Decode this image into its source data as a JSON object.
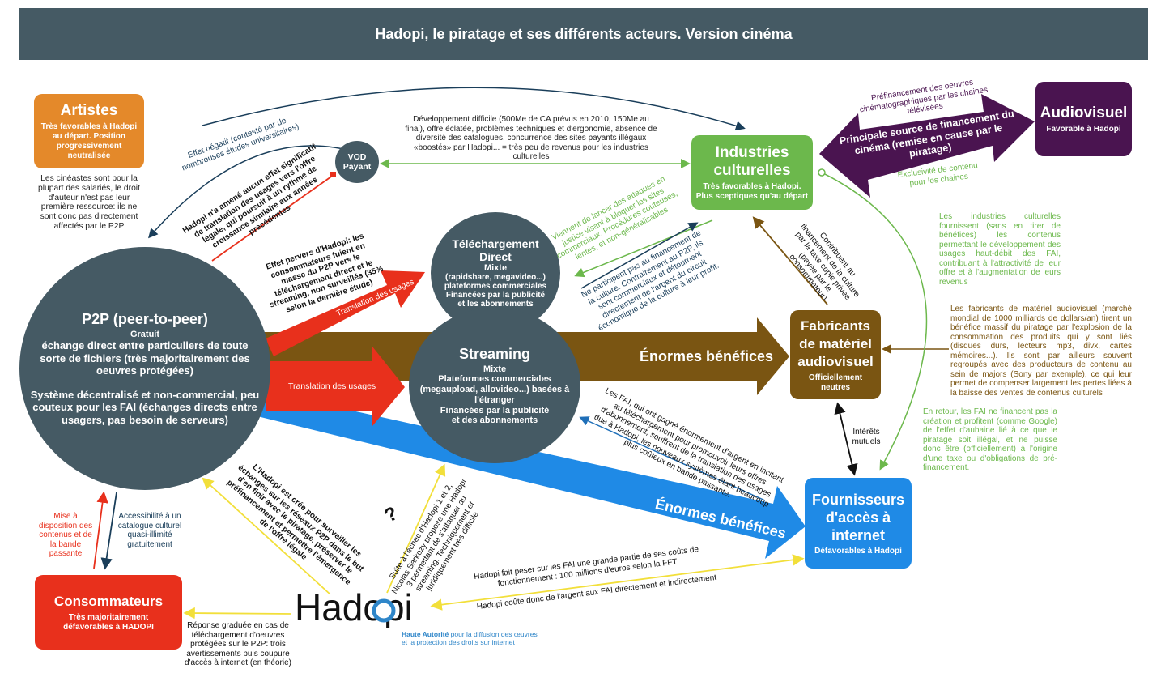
{
  "title": "Hadopi, le piratage et ses différents acteurs. Version cinéma",
  "nodes": {
    "artistes": {
      "title": "Artistes",
      "sub": "Très favorables à Hadopi au départ. Position progressivement neutralisée"
    },
    "vod": {
      "title": "VOD Payant"
    },
    "industries": {
      "title": "Industries culturelles",
      "sub": "Très favorables à Hadopi. Plus sceptiques qu'au départ"
    },
    "audiovisuel": {
      "title": "Audiovisuel",
      "sub": "Favorable à Hadopi"
    },
    "p2p": {
      "title": "P2P (peer-to-peer)",
      "l1": "Gratuit",
      "l2": "échange direct entre particuliers de toute sorte de fichiers (très majoritairement des oeuvres protégées)",
      "l3": "Système décentralisé et non-commercial, peu couteux pour les FAI (échanges directs entre usagers, pas besoin de serveurs)"
    },
    "telechargement": {
      "title": "Téléchargement Direct",
      "l1": "Mixte",
      "l2": "(rapidshare, megavideo...)",
      "l3": "plateformes commerciales",
      "l4": "Financées par la publicité",
      "l5": "et les abonnements"
    },
    "streaming": {
      "title": "Streaming",
      "l1": "Mixte",
      "l2": "Plateformes commerciales (megaupload, allovideo...) basées à l'étranger",
      "l3": "Financées par la publicité",
      "l4": "et des abonnements"
    },
    "fabricants": {
      "title": "Fabricants de matériel audiovisuel",
      "sub": "Officiellement neutres"
    },
    "fai": {
      "title": "Fournisseurs d'accès à internet",
      "sub": "Défavorables à Hadopi"
    },
    "consommateurs": {
      "title": "Consommateurs",
      "sub": "Très majoritairement défavorables à HADOPI"
    },
    "hadopi": {
      "logo": "Hadopi",
      "tag1": "Haute Autorité",
      "tag2": " pour la diffusion des œuvres",
      "tag3": "et la protection des droits sur internet"
    }
  },
  "arrows": {
    "enormes1": "Énormes bénéfices",
    "enormes2": "Énormes bénéfices",
    "translation1": "Translation des usages",
    "translation2": "Translation des usages",
    "audiovisuel_arrow": "Principale source de financement du cinéma (remise en cause par le piratage)"
  },
  "notes": {
    "artistes_note": "Les cinéastes sont pour la plupart des salariés, le droit d'auteur n'est pas leur première ressource: ils ne sont donc pas directement affectés par le P2P",
    "effet_negatif": "Effet négatif (contesté par de nombreuses études universitaires)",
    "hadopi_aucun": "Hadopi n'a amené aucun effet significatif de translation des usages vers l'offre légale, qui poursuit à un rythme de croissance similaire aux années précédentes",
    "vod_note": "Développement difficile (500Me de CA prévus en 2010, 150Me au final), offre éclatée, problèmes techniques et d'ergonomie, absence de diversité des catalogues, concurrence des sites payants illégaux «boostés» par Hadopi... = très peu de revenus pour les industries culturelles",
    "prefinancement": "Préfinancement des oeuvres cinématographiques par les chaines télévisées",
    "exclusivite": "Exclusivité de contenu pour les chaines",
    "effet_pervers": "Effet pervers d'Hadopi: les consommateurs fuient en masse du P2P vers le téléchargement direct et le streaming, non surveillés (35% selon la dernière étude)",
    "viennent": "Viennent de lancer des attaques en justice visant à bloquer les sites commerciaux. Procédures couteuses, lentes, et non-généralisables",
    "ne_participent": "Ne participent pas au financement de la culture. Contrairement au P2P, ils sont commerciaux et détournent directement de l'argent du circuit économique de la culture à leur profit.",
    "contribuent": "Contribuent au financement de la culture par la taxe copie privée (payée par le consommateur)",
    "industries_fourn": "Les industries culturelles fournissent (sans en tirer de bénéfices) les contenus permettant le développement des usages haut-débit des FAI, contribuant à l'attractivité de leur offre et à l'augmentation de leurs revenus",
    "fabricants_note": "Les fabricants de matériel audiovisuel (marché mondial de 1000 milliards de dollars/an) tirent un bénéfice massif du piratage par l'explosion de la consommation des produits qui y sont liés (disques durs, lecteurs mp3, divx, cartes mémoires...). Ils sont par ailleurs souvent regroupés avec des producteurs de contenu au sein de majors (Sony par exemple), ce qui leur permet de compenser largement les pertes liées à la baisse des ventes de contenus culturels",
    "en_retour": "En retour, les FAI ne financent pas la création et profitent (comme Google) de l'effet d'aubaine lié à ce que le piratage soit illégal, et ne puisse donc être (officiellement) à l'origine d'une taxe ou d'obligations de pré-financement.",
    "interets": "Intérêts mutuels",
    "les_fai": "Les FAI, qui ont gagné énormément d'argent en incitant au téléchargement pour promouvoir leurs offres d'abonnement, souffrent de la translation des usages due à Hadopi, les nouveaux systèmes étant beaucoup plus coûteux en bande passante.",
    "mise": "Mise à disposition des contenus et de la bande passante",
    "accessibilite": "Accessibilité à un catalogue culturel quasi-illimité gratuitement",
    "hadopi_cree": "L'Hadopi est crée pour surveiller les échanges sur les réseaux P2P dans le but d'en finir avec le piratage, préserver le préfinancement et permettre l'émergence de l'offre légale",
    "question": "?",
    "suite": "Suite à l'échec d'Hadopi 1 et 2, Nicolas Sarkozy propose une Hadopi 3 permettant de s'attaquer au streaming. Techniquement et juridiquement très difficile",
    "reponse": "Réponse graduée en cas de téléchargement d'oeuvres protégées sur le P2P: trois avertissements puis coupure d'accès à internet (en théorie)",
    "fait_peser": "Hadopi fait peser sur les FAI une grande partie de ses coûts de fonctionnement : 100 millions d'euros selon la FFT",
    "coute": "Hadopi coûte donc de l'argent aux FAI directement et indirectement"
  },
  "colors": {
    "slate": "#455a64",
    "orange": "#e4892a",
    "green": "#6cb84c",
    "purple": "#4a1450",
    "brown": "#7a5512",
    "blue": "#1f8ae6",
    "red": "#e8301c",
    "navy": "#1a3e5a"
  }
}
